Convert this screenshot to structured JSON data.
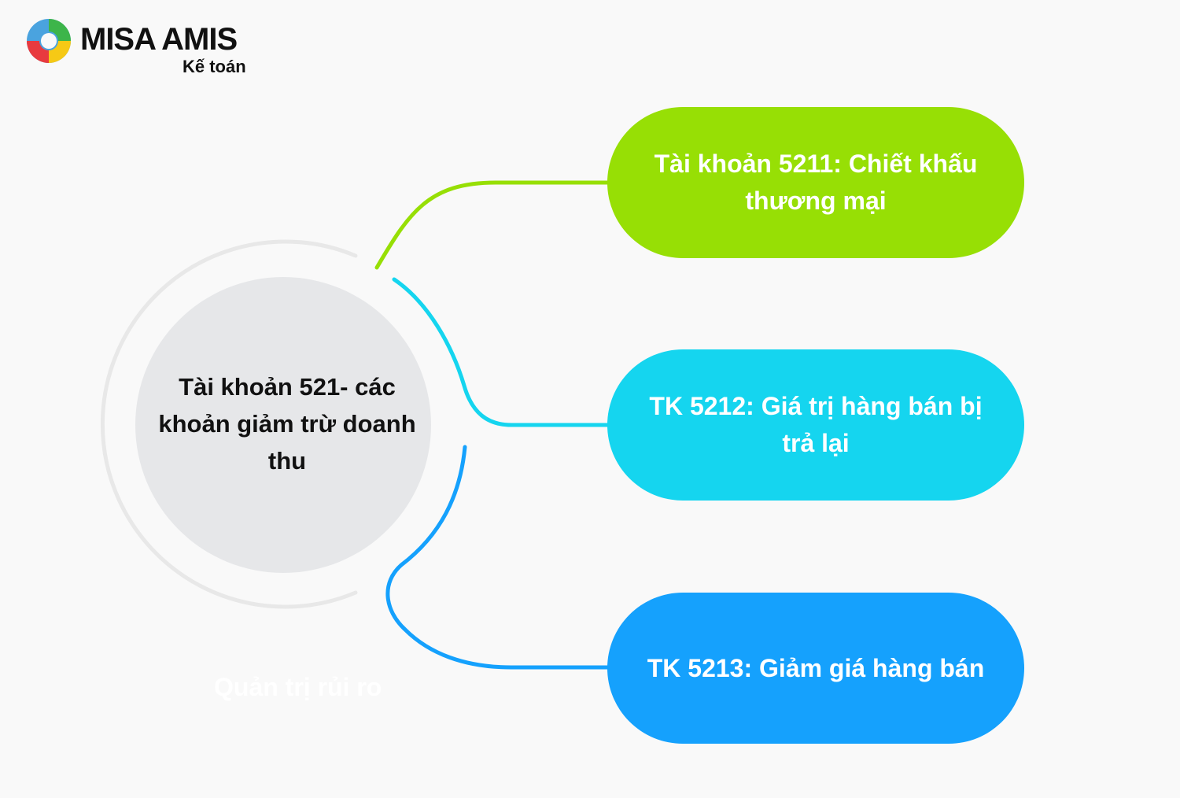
{
  "logo": {
    "brand": "MISA AMIS",
    "product": "Kế toán"
  },
  "center": {
    "label": "Tài khoản 521- các khoản giảm trừ doanh thu"
  },
  "branches": [
    {
      "label": "Tài khoản 5211: Chiết khấu thương mại",
      "color": "#97df05"
    },
    {
      "label": "TK 5212: Giá trị hàng bán bị trả lại",
      "color": "#15d5ef"
    },
    {
      "label": "TK 5213: Giảm giá hàng bán",
      "color": "#15a1fd"
    }
  ],
  "watermark": "Quản trị rủi ro"
}
